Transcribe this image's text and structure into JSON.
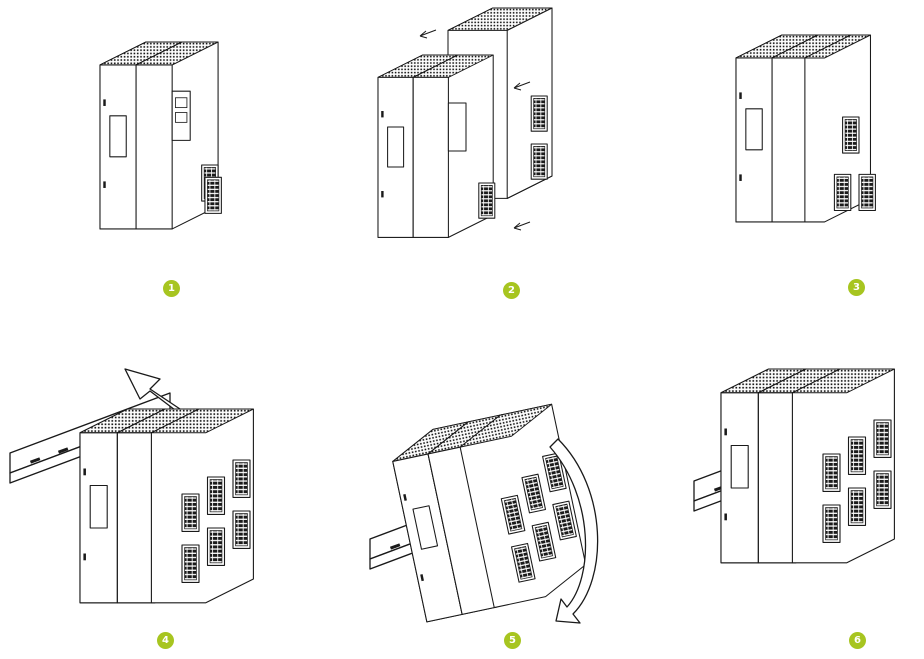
{
  "accent": "#a7c520",
  "steps": [
    {
      "number": "1",
      "icon": "single-module-icon"
    },
    {
      "number": "2",
      "icon": "module-join-icon"
    },
    {
      "number": "3",
      "icon": "joined-modules-icon"
    },
    {
      "number": "4",
      "icon": "rail-hook-icon"
    },
    {
      "number": "5",
      "icon": "rail-rotate-icon"
    },
    {
      "number": "6",
      "icon": "rail-mounted-icon"
    }
  ]
}
